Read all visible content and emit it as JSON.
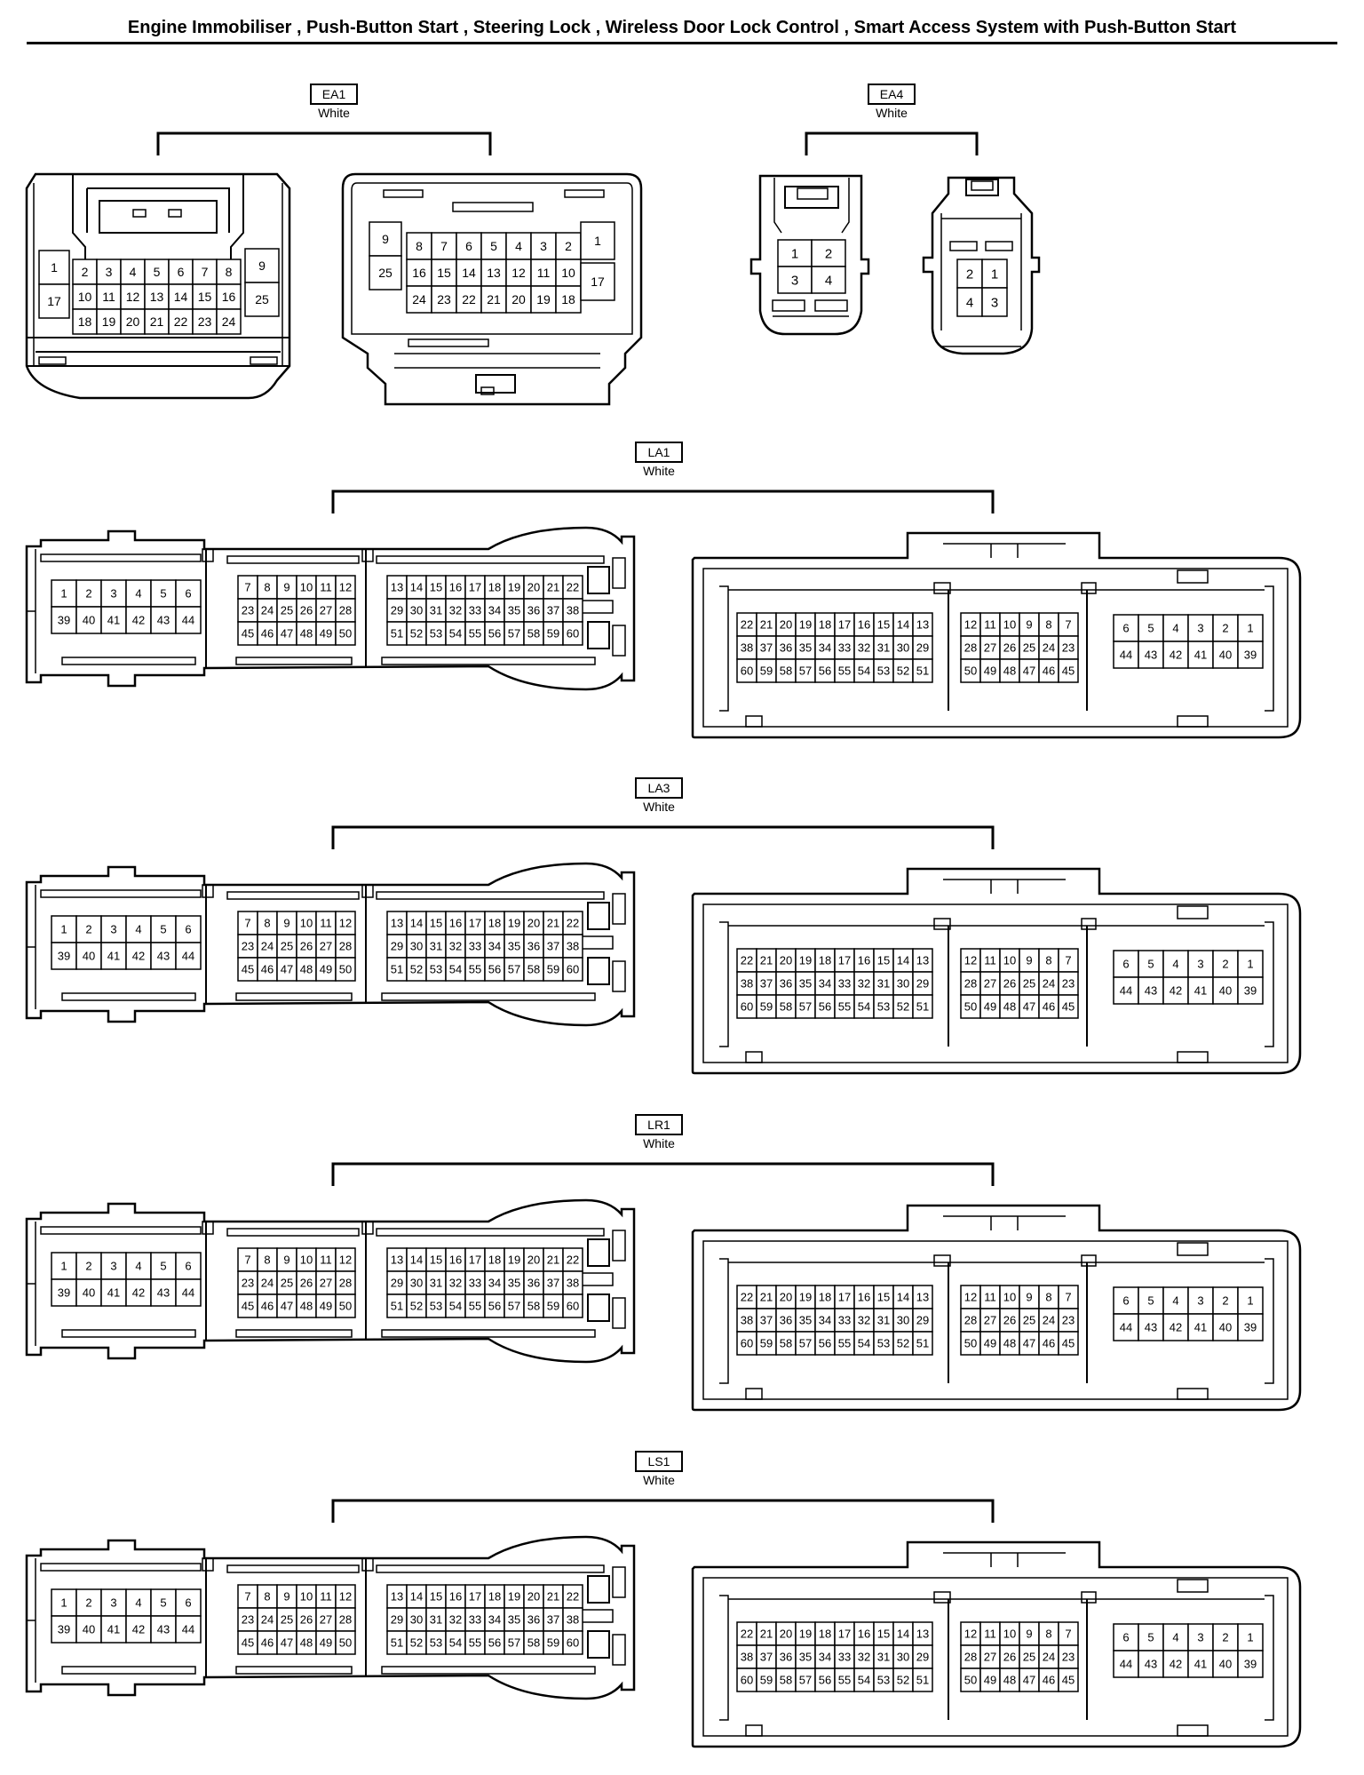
{
  "title": "Engine Immobiliser , Push-Button Start , Steering Lock , Wireless Door Lock Control , Smart Access System with Push-Button Start",
  "connectors": [
    {
      "code": "EA1",
      "color": "White",
      "views": [
        {
          "style": "ea1a",
          "rows": [
            [
              "1",
              "2",
              "3",
              "4",
              "5",
              "6",
              "7",
              "8",
              "9"
            ],
            [
              "17",
              "10",
              "11",
              "12",
              "13",
              "14",
              "15",
              "16",
              "25"
            ],
            [
              "18",
              "19",
              "20",
              "21",
              "22",
              "23",
              "24"
            ]
          ]
        },
        {
          "style": "ea1b",
          "rows": [
            [
              "9",
              "8",
              "7",
              "6",
              "5",
              "4",
              "3",
              "2",
              "1"
            ],
            [
              "25",
              "16",
              "15",
              "14",
              "13",
              "12",
              "11",
              "10",
              "17"
            ],
            [
              "24",
              "23",
              "22",
              "21",
              "20",
              "19",
              "18"
            ]
          ]
        }
      ]
    },
    {
      "code": "EA4",
      "color": "White",
      "views": [
        {
          "style": "ea4a",
          "rows": [
            [
              "1",
              "2"
            ],
            [
              "3",
              "4"
            ]
          ]
        },
        {
          "style": "ea4b",
          "rows": [
            [
              "2",
              "1"
            ],
            [
              "4",
              "3"
            ]
          ]
        }
      ]
    },
    {
      "code": "LA1",
      "color": "White",
      "views": [
        {
          "style": "big-left",
          "groups": [
            {
              "rows": [
                [
                  "1",
                  "2",
                  "3",
                  "4",
                  "5",
                  "6"
                ],
                [
                  "39",
                  "40",
                  "41",
                  "42",
                  "43",
                  "44"
                ]
              ]
            },
            {
              "rows": [
                [
                  "7",
                  "8",
                  "9",
                  "10",
                  "11",
                  "12"
                ],
                [
                  "23",
                  "24",
                  "25",
                  "26",
                  "27",
                  "28"
                ],
                [
                  "45",
                  "46",
                  "47",
                  "48",
                  "49",
                  "50"
                ]
              ]
            },
            {
              "rows": [
                [
                  "13",
                  "14",
                  "15",
                  "16",
                  "17",
                  "18",
                  "19",
                  "20",
                  "21",
                  "22"
                ],
                [
                  "29",
                  "30",
                  "31",
                  "32",
                  "33",
                  "34",
                  "35",
                  "36",
                  "37",
                  "38"
                ],
                [
                  "51",
                  "52",
                  "53",
                  "54",
                  "55",
                  "56",
                  "57",
                  "58",
                  "59",
                  "60"
                ]
              ]
            }
          ]
        },
        {
          "style": "big-right",
          "groups": [
            {
              "rows": [
                [
                  "22",
                  "21",
                  "20",
                  "19",
                  "18",
                  "17",
                  "16",
                  "15",
                  "14",
                  "13"
                ],
                [
                  "38",
                  "37",
                  "36",
                  "35",
                  "34",
                  "33",
                  "32",
                  "31",
                  "30",
                  "29"
                ],
                [
                  "60",
                  "59",
                  "58",
                  "57",
                  "56",
                  "55",
                  "54",
                  "53",
                  "52",
                  "51"
                ]
              ]
            },
            {
              "rows": [
                [
                  "12",
                  "11",
                  "10",
                  "9",
                  "8",
                  "7"
                ],
                [
                  "28",
                  "27",
                  "26",
                  "25",
                  "24",
                  "23"
                ],
                [
                  "50",
                  "49",
                  "48",
                  "47",
                  "46",
                  "45"
                ]
              ]
            },
            {
              "rows": [
                [
                  "6",
                  "5",
                  "4",
                  "3",
                  "2",
                  "1"
                ],
                [
                  "44",
                  "43",
                  "42",
                  "41",
                  "40",
                  "39"
                ]
              ]
            }
          ]
        }
      ]
    },
    {
      "code": "LA3",
      "color": "White",
      "views": [
        {
          "style": "big-left",
          "groups": [
            {
              "rows": [
                [
                  "1",
                  "2",
                  "3",
                  "4",
                  "5",
                  "6"
                ],
                [
                  "39",
                  "40",
                  "41",
                  "42",
                  "43",
                  "44"
                ]
              ]
            },
            {
              "rows": [
                [
                  "7",
                  "8",
                  "9",
                  "10",
                  "11",
                  "12"
                ],
                [
                  "23",
                  "24",
                  "25",
                  "26",
                  "27",
                  "28"
                ],
                [
                  "45",
                  "46",
                  "47",
                  "48",
                  "49",
                  "50"
                ]
              ]
            },
            {
              "rows": [
                [
                  "13",
                  "14",
                  "15",
                  "16",
                  "17",
                  "18",
                  "19",
                  "20",
                  "21",
                  "22"
                ],
                [
                  "29",
                  "30",
                  "31",
                  "32",
                  "33",
                  "34",
                  "35",
                  "36",
                  "37",
                  "38"
                ],
                [
                  "51",
                  "52",
                  "53",
                  "54",
                  "55",
                  "56",
                  "57",
                  "58",
                  "59",
                  "60"
                ]
              ]
            }
          ]
        },
        {
          "style": "big-right",
          "groups": [
            {
              "rows": [
                [
                  "22",
                  "21",
                  "20",
                  "19",
                  "18",
                  "17",
                  "16",
                  "15",
                  "14",
                  "13"
                ],
                [
                  "38",
                  "37",
                  "36",
                  "35",
                  "34",
                  "33",
                  "32",
                  "31",
                  "30",
                  "29"
                ],
                [
                  "60",
                  "59",
                  "58",
                  "57",
                  "56",
                  "55",
                  "54",
                  "53",
                  "52",
                  "51"
                ]
              ]
            },
            {
              "rows": [
                [
                  "12",
                  "11",
                  "10",
                  "9",
                  "8",
                  "7"
                ],
                [
                  "28",
                  "27",
                  "26",
                  "25",
                  "24",
                  "23"
                ],
                [
                  "50",
                  "49",
                  "48",
                  "47",
                  "46",
                  "45"
                ]
              ]
            },
            {
              "rows": [
                [
                  "6",
                  "5",
                  "4",
                  "3",
                  "2",
                  "1"
                ],
                [
                  "44",
                  "43",
                  "42",
                  "41",
                  "40",
                  "39"
                ]
              ]
            }
          ]
        }
      ]
    },
    {
      "code": "LR1",
      "color": "White",
      "views": [
        {
          "style": "big-left",
          "groups": [
            {
              "rows": [
                [
                  "1",
                  "2",
                  "3",
                  "4",
                  "5",
                  "6"
                ],
                [
                  "39",
                  "40",
                  "41",
                  "42",
                  "43",
                  "44"
                ]
              ]
            },
            {
              "rows": [
                [
                  "7",
                  "8",
                  "9",
                  "10",
                  "11",
                  "12"
                ],
                [
                  "23",
                  "24",
                  "25",
                  "26",
                  "27",
                  "28"
                ],
                [
                  "45",
                  "46",
                  "47",
                  "48",
                  "49",
                  "50"
                ]
              ]
            },
            {
              "rows": [
                [
                  "13",
                  "14",
                  "15",
                  "16",
                  "17",
                  "18",
                  "19",
                  "20",
                  "21",
                  "22"
                ],
                [
                  "29",
                  "30",
                  "31",
                  "32",
                  "33",
                  "34",
                  "35",
                  "36",
                  "37",
                  "38"
                ],
                [
                  "51",
                  "52",
                  "53",
                  "54",
                  "55",
                  "56",
                  "57",
                  "58",
                  "59",
                  "60"
                ]
              ]
            }
          ]
        },
        {
          "style": "big-right",
          "groups": [
            {
              "rows": [
                [
                  "22",
                  "21",
                  "20",
                  "19",
                  "18",
                  "17",
                  "16",
                  "15",
                  "14",
                  "13"
                ],
                [
                  "38",
                  "37",
                  "36",
                  "35",
                  "34",
                  "33",
                  "32",
                  "31",
                  "30",
                  "29"
                ],
                [
                  "60",
                  "59",
                  "58",
                  "57",
                  "56",
                  "55",
                  "54",
                  "53",
                  "52",
                  "51"
                ]
              ]
            },
            {
              "rows": [
                [
                  "12",
                  "11",
                  "10",
                  "9",
                  "8",
                  "7"
                ],
                [
                  "28",
                  "27",
                  "26",
                  "25",
                  "24",
                  "23"
                ],
                [
                  "50",
                  "49",
                  "48",
                  "47",
                  "46",
                  "45"
                ]
              ]
            },
            {
              "rows": [
                [
                  "6",
                  "5",
                  "4",
                  "3",
                  "2",
                  "1"
                ],
                [
                  "44",
                  "43",
                  "42",
                  "41",
                  "40",
                  "39"
                ]
              ]
            }
          ]
        }
      ]
    },
    {
      "code": "LS1",
      "color": "White",
      "views": [
        {
          "style": "big-left",
          "groups": [
            {
              "rows": [
                [
                  "1",
                  "2",
                  "3",
                  "4",
                  "5",
                  "6"
                ],
                [
                  "39",
                  "40",
                  "41",
                  "42",
                  "43",
                  "44"
                ]
              ]
            },
            {
              "rows": [
                [
                  "7",
                  "8",
                  "9",
                  "10",
                  "11",
                  "12"
                ],
                [
                  "23",
                  "24",
                  "25",
                  "26",
                  "27",
                  "28"
                ],
                [
                  "45",
                  "46",
                  "47",
                  "48",
                  "49",
                  "50"
                ]
              ]
            },
            {
              "rows": [
                [
                  "13",
                  "14",
                  "15",
                  "16",
                  "17",
                  "18",
                  "19",
                  "20",
                  "21",
                  "22"
                ],
                [
                  "29",
                  "30",
                  "31",
                  "32",
                  "33",
                  "34",
                  "35",
                  "36",
                  "37",
                  "38"
                ],
                [
                  "51",
                  "52",
                  "53",
                  "54",
                  "55",
                  "56",
                  "57",
                  "58",
                  "59",
                  "60"
                ]
              ]
            }
          ]
        },
        {
          "style": "big-right",
          "groups": [
            {
              "rows": [
                [
                  "22",
                  "21",
                  "20",
                  "19",
                  "18",
                  "17",
                  "16",
                  "15",
                  "14",
                  "13"
                ],
                [
                  "38",
                  "37",
                  "36",
                  "35",
                  "34",
                  "33",
                  "32",
                  "31",
                  "30",
                  "29"
                ],
                [
                  "60",
                  "59",
                  "58",
                  "57",
                  "56",
                  "55",
                  "54",
                  "53",
                  "52",
                  "51"
                ]
              ]
            },
            {
              "rows": [
                [
                  "12",
                  "11",
                  "10",
                  "9",
                  "8",
                  "7"
                ],
                [
                  "28",
                  "27",
                  "26",
                  "25",
                  "24",
                  "23"
                ],
                [
                  "50",
                  "49",
                  "48",
                  "47",
                  "46",
                  "45"
                ]
              ]
            },
            {
              "rows": [
                [
                  "6",
                  "5",
                  "4",
                  "3",
                  "2",
                  "1"
                ],
                [
                  "44",
                  "43",
                  "42",
                  "41",
                  "40",
                  "39"
                ]
              ]
            }
          ]
        }
      ]
    }
  ]
}
